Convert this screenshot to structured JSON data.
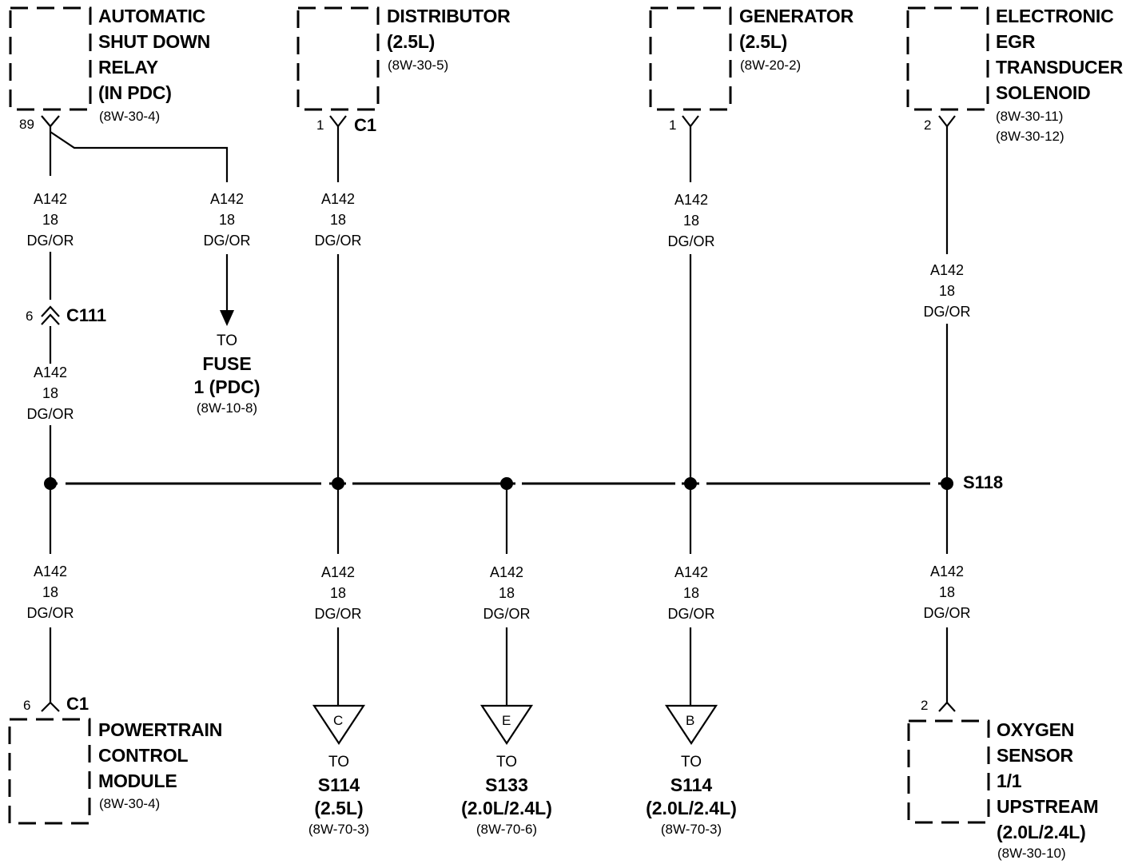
{
  "components": {
    "asd_relay": {
      "lines": [
        "AUTOMATIC",
        "SHUT DOWN",
        "RELAY",
        "(IN PDC)"
      ],
      "ref": "(8W-30-4)",
      "pin": "89"
    },
    "distributor": {
      "lines": [
        "DISTRIBUTOR",
        "(2.5L)"
      ],
      "ref": "(8W-30-5)",
      "pin": "1",
      "connector": "C1"
    },
    "generator": {
      "lines": [
        "GENERATOR",
        "(2.5L)"
      ],
      "ref": "(8W-20-2)",
      "pin": "1"
    },
    "egr": {
      "lines": [
        "ELECTRONIC",
        "EGR",
        "TRANSDUCER",
        "SOLENOID"
      ],
      "refs": [
        "(8W-30-11)",
        "(8W-30-12)"
      ],
      "pin": "2"
    },
    "pcm": {
      "lines": [
        "POWERTRAIN",
        "CONTROL",
        "MODULE"
      ],
      "ref": "(8W-30-4)",
      "pin": "6",
      "connector": "C1"
    },
    "o2": {
      "lines": [
        "OXYGEN",
        "SENSOR",
        "1/1",
        "UPSTREAM",
        "(2.0L/2.4L)"
      ],
      "ref": "(8W-30-10)",
      "pin": "2"
    }
  },
  "wire": {
    "circuit": "A142",
    "gauge": "18",
    "color": "DG/OR"
  },
  "inline_connector": {
    "pin": "6",
    "name": "C111"
  },
  "splice": "S118",
  "fuse_dest": {
    "to": "TO",
    "lines": [
      "FUSE",
      "1 (PDC)"
    ],
    "ref": "(8W-10-8)"
  },
  "destinations": [
    {
      "letter": "C",
      "to": "TO",
      "name": "S114",
      "engine": "(2.5L)",
      "ref": "(8W-70-3)"
    },
    {
      "letter": "E",
      "to": "TO",
      "name": "S133",
      "engine": "(2.0L/2.4L)",
      "ref": "(8W-70-6)"
    },
    {
      "letter": "B",
      "to": "TO",
      "name": "S114",
      "engine": "(2.0L/2.4L)",
      "ref": "(8W-70-3)"
    }
  ]
}
